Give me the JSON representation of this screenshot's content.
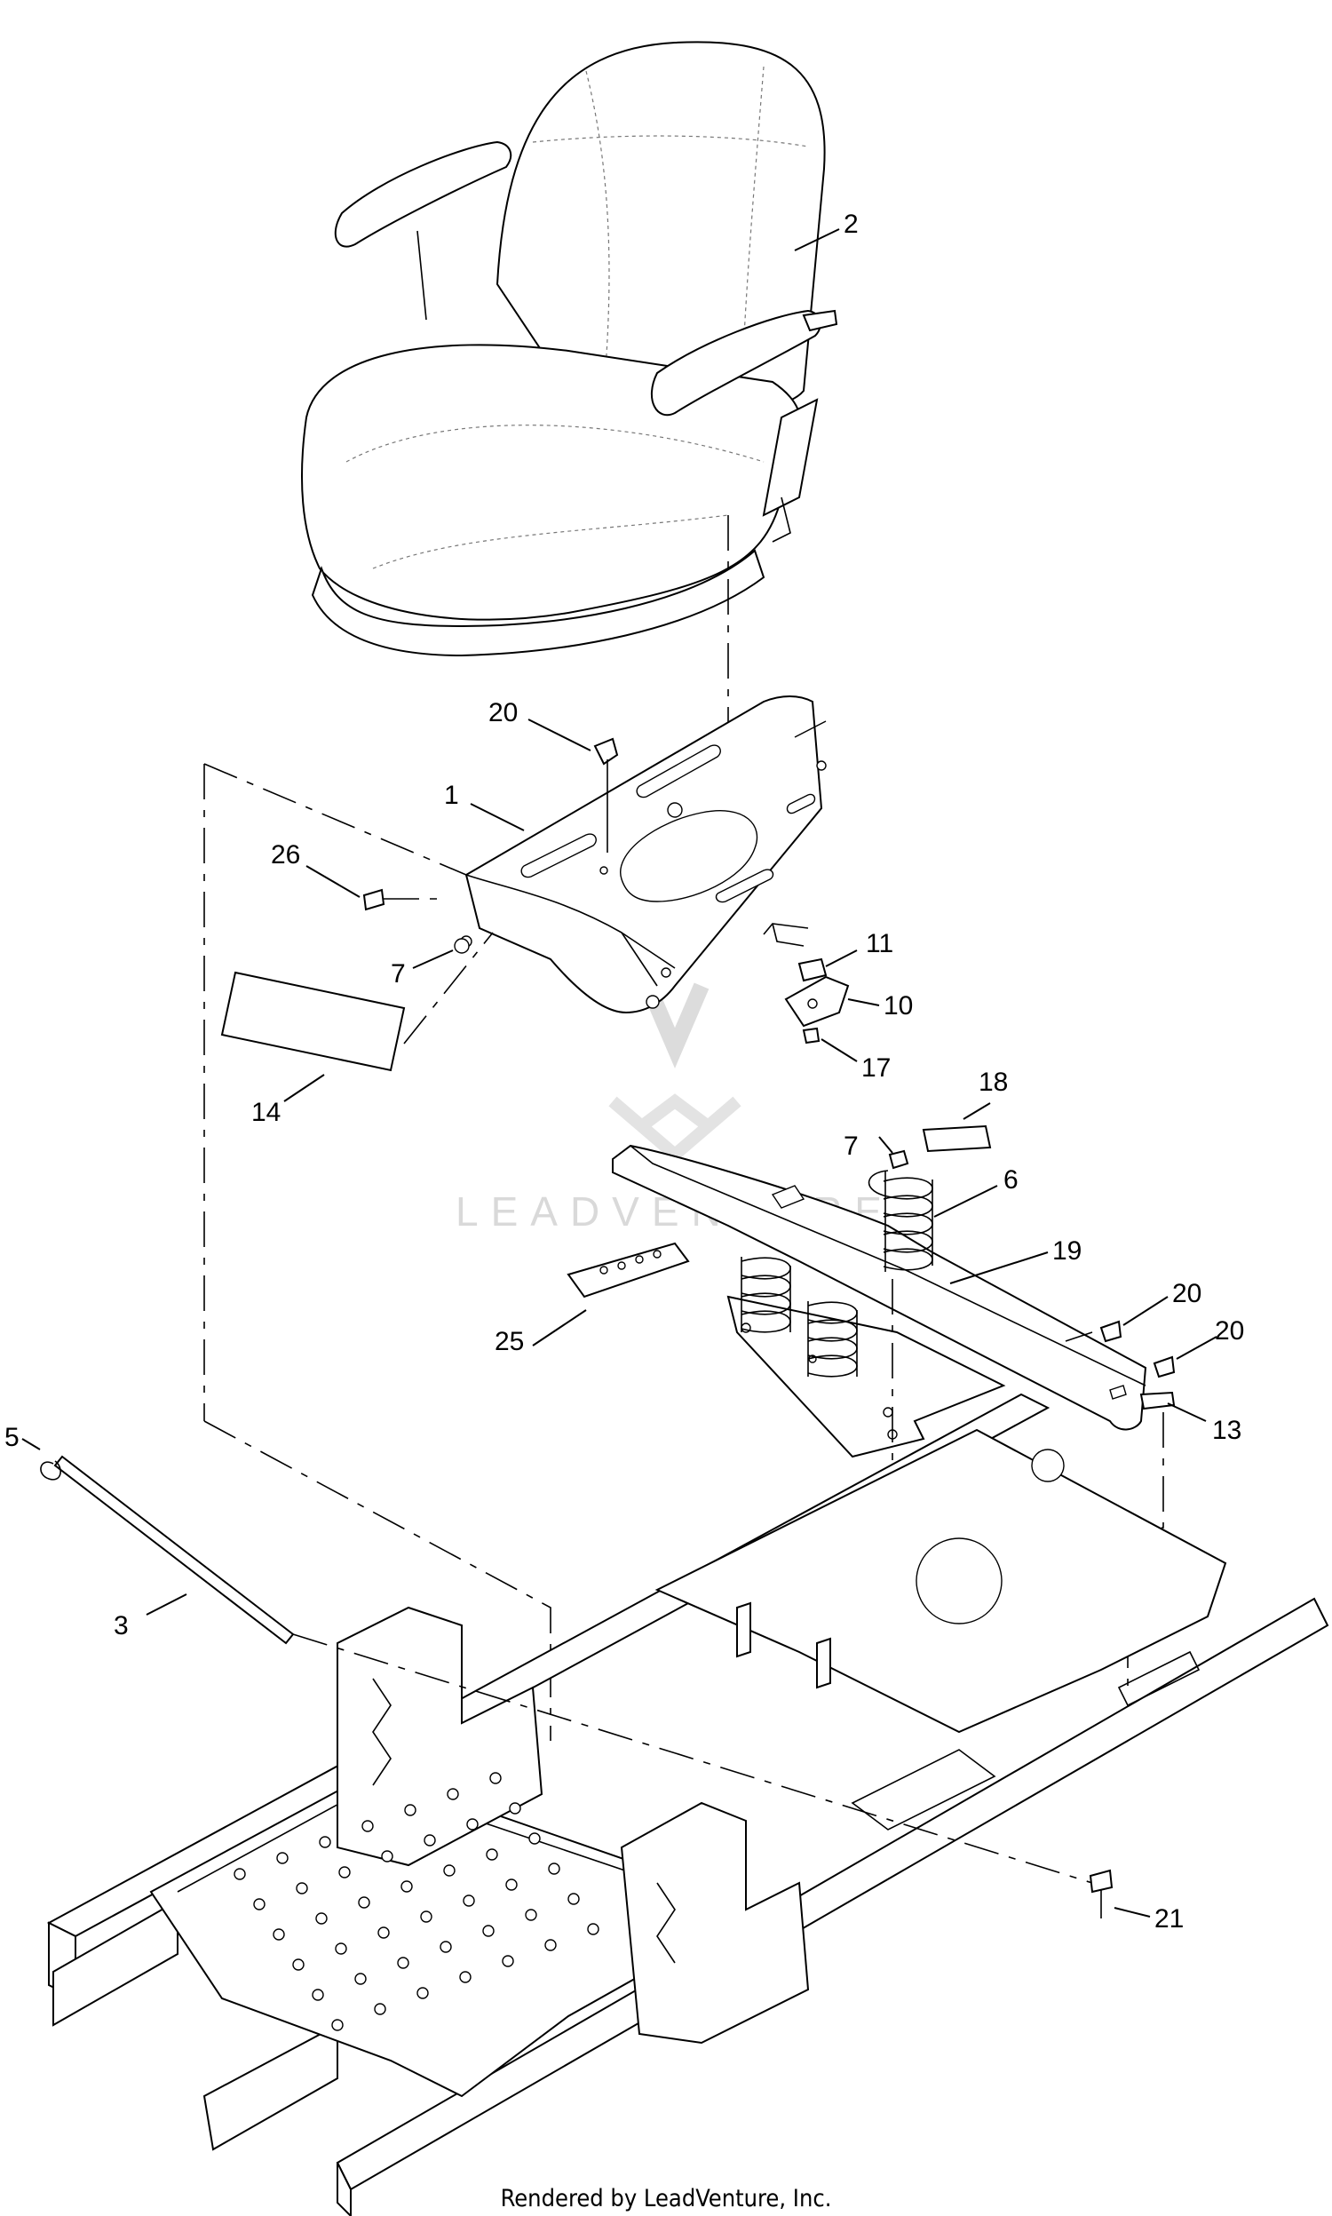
{
  "diagram": {
    "callouts": [
      {
        "id": "c2",
        "label": "2"
      },
      {
        "id": "c20a",
        "label": "20"
      },
      {
        "id": "c1",
        "label": "1"
      },
      {
        "id": "c26",
        "label": "26"
      },
      {
        "id": "c7a",
        "label": "7"
      },
      {
        "id": "c11",
        "label": "11"
      },
      {
        "id": "c10",
        "label": "10"
      },
      {
        "id": "c17",
        "label": "17"
      },
      {
        "id": "c14",
        "label": "14"
      },
      {
        "id": "c18",
        "label": "18"
      },
      {
        "id": "c7b",
        "label": "7"
      },
      {
        "id": "c6",
        "label": "6"
      },
      {
        "id": "c19",
        "label": "19"
      },
      {
        "id": "c20b",
        "label": "20"
      },
      {
        "id": "c20c",
        "label": "20"
      },
      {
        "id": "c13",
        "label": "13"
      },
      {
        "id": "c25",
        "label": "25"
      },
      {
        "id": "c5",
        "label": "5"
      },
      {
        "id": "c3",
        "label": "3"
      },
      {
        "id": "c21",
        "label": "21"
      }
    ],
    "watermark": "LEADVENTURE",
    "footer": "Rendered by LeadVenture, Inc."
  }
}
